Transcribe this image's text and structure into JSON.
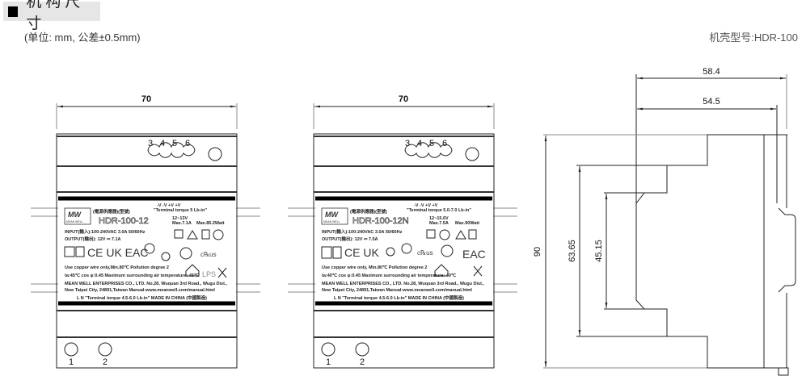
{
  "section": {
    "title": "机构尺寸",
    "unit_note": "(单位: mm, 公差±0.5mm)",
    "case_model": "机壳型号:HDR-100"
  },
  "dimensions": {
    "width": "70",
    "depth_total": "58.4",
    "depth_body": "54.5",
    "height": "90",
    "step_outer": "63.65",
    "step_inner": "45.15"
  },
  "terminals": {
    "top": [
      "3",
      "4",
      "5",
      "6"
    ],
    "bottom": [
      "1",
      "2"
    ]
  },
  "views": [
    {
      "voltage_row": "-V  -V  +V  +V",
      "torque_top": "\"Terminal torque 5 Lb-in\"",
      "brand_cn": "(電源供應器)(型號)",
      "brand": "MEAN WELL",
      "model": "HDR-100-12",
      "vrange": "12~13V",
      "max_a": "Max.7.1A",
      "max_w": "Max.85.2Watt",
      "input": "INPUT(輸入):100-240VAC 3.0A 50/60Hz",
      "output": "OUTPUT(輸出): 12V ⎓ 7.1A",
      "wire": "Use copper wire only,Min.80℃   Pollution degree 2",
      "temp": "ta:45℃  cos φ:0.45  Maximum surrounding air temperature: 45℃",
      "company": "MEAN WELL ENTERPRISES CO., LTD.  No.28, Wuquan 3rd Road., Wugu Dist.,",
      "city": "New Taipei City, 24891,Taiwan  Manual:www.meanwell.com/manual.html",
      "bottom": "L      N   \"Terminal torque 4.5-6.0 Lb-in\"  MADE IN CHINA (中國製造)"
    },
    {
      "voltage_row": "-V  -V  +V  +V",
      "torque_top": "\"Terminal torque 5.0-7.0 Lb-in\"",
      "brand_cn": "(電源供應器)(型號)",
      "brand": "MEAN WELL",
      "model": "HDR-100-12N",
      "vrange": "12~15.6V",
      "max_a": "Max.7.5A",
      "max_w": "Max.90Watt",
      "input": "INPUT(輸入):100-240VAC 3.0A 50/60Hz",
      "output": "OUTPUT(輸出): 12V ⎓ 7.5A",
      "wire": "Use copper wire only, Min.80℃   Pollution degree 2",
      "temp": "ta:40℃  cos φ:0.45  Maximum surrounding air temperature: 40℃",
      "company": "MEAN WELL ENTERPRISES CO., LTD.  No.28, Wuquan 3rd Road., Wugu Dist.,",
      "city": "New Taipei City, 24891,Taiwan  Manual:www.meanwell.com/manual.html",
      "bottom": "L      N   \"Terminal torque 4.5-6.0 Lb-in\"  MADE IN CHINA (中國製造)"
    }
  ]
}
